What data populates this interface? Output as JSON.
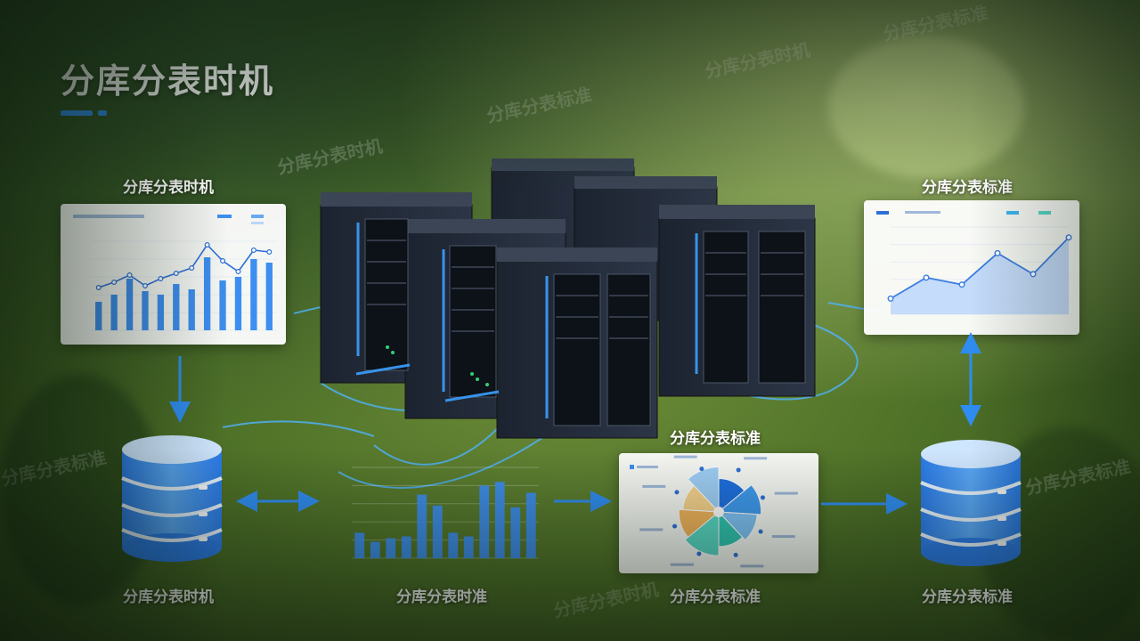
{
  "title": "分库分表时机",
  "labels": {
    "panel_left_title": "分库分表时机",
    "panel_right_title": "分库分表标准",
    "db_left": "分库分表时机",
    "bar_chart_caption": "分库分表时准",
    "radar_title": "分库分表标准",
    "radar_caption": "分库分表标准",
    "db_right": "分库分表标准"
  },
  "watermarks": [
    "分库分表标准",
    "分库分表标准",
    "分库分表时机",
    "分库分表时机",
    "分库分表标准",
    "分库分表时机",
    "分库分表标准"
  ],
  "colors": {
    "accent": "#2f8cf0",
    "bar": "#3d8ef0",
    "db": "#3a8ff0"
  },
  "chart_data": [
    {
      "type": "bar",
      "title": "",
      "series": [
        {
          "values": [
            32,
            40,
            58,
            44,
            40,
            52,
            46,
            82,
            56,
            60,
            80,
            76
          ]
        },
        {
          "type": "line",
          "values": [
            48,
            54,
            62,
            50,
            58,
            64,
            70,
            96,
            78,
            66,
            90,
            88
          ]
        }
      ],
      "categories": [
        "",
        "",
        "",
        "",
        "",
        "",
        "",
        "",
        "",
        "",
        "",
        ""
      ],
      "ylim": [
        0,
        100
      ]
    },
    {
      "type": "area",
      "title": "",
      "series": [
        {
          "values": [
            18,
            42,
            34,
            70,
            46,
            88
          ]
        }
      ],
      "ylim": [
        0,
        100
      ]
    },
    {
      "type": "bar",
      "title": "",
      "series": [
        {
          "values": [
            28,
            18,
            22,
            24,
            70,
            58,
            28,
            24,
            80,
            84,
            56,
            72
          ]
        }
      ],
      "ylim": [
        0,
        100
      ]
    },
    {
      "type": "pie",
      "title": "",
      "values": [
        14,
        12,
        12,
        12,
        14,
        12,
        12,
        12
      ],
      "slice_colors": [
        "#1e6fe0",
        "#3e9af0",
        "#7ec2f7",
        "#2fc4b2",
        "#57d7c4",
        "#f2b45c",
        "#f6d38e",
        "#9fcff7"
      ]
    }
  ]
}
